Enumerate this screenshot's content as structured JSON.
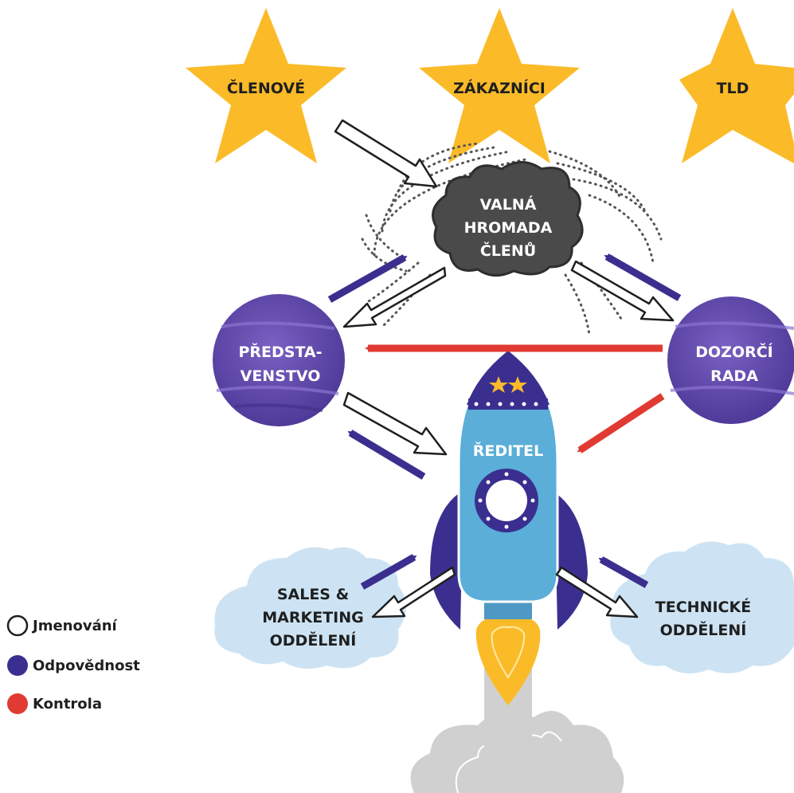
{
  "stakeholders": {
    "members": "ČLENOVÉ",
    "customers": "ZÁKAZNÍCI",
    "tld": "TLD"
  },
  "general_assembly": [
    "VALNÁ",
    "HROMADA",
    "ČLENŮ"
  ],
  "board": [
    "PŘEDSTA-",
    "VENSTVO"
  ],
  "supervisory_board": [
    "DOZORČÍ",
    "RADA"
  ],
  "director": "ŘEDITEL",
  "sales_department": [
    "SALES &",
    "MARKETING",
    "ODDĚLENÍ"
  ],
  "technical_department": [
    "TECHNICKÉ",
    "ODDĚLENÍ"
  ],
  "legend": [
    {
      "label": "Jmenování",
      "color": "#ffffff",
      "border": "#1f1f1f"
    },
    {
      "label": "Odpovědnost",
      "color": "#3a2f8f"
    },
    {
      "label": "Kontrola",
      "color": "#e03a33"
    }
  ],
  "colors": {
    "star": "#fbbb29",
    "planet": "#6a4fb0",
    "blue_arrow": "#3a2f8f",
    "red_arrow": "#e03a33",
    "rocket": "#5aaed8",
    "cloud": "#cde3f3",
    "smoke": "#d0d0d0"
  }
}
